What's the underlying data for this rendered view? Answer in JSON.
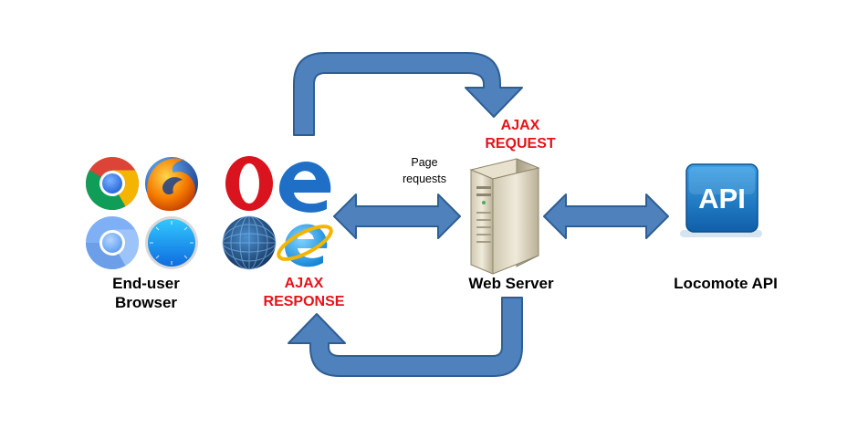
{
  "nodes": {
    "browser": {
      "label_line1": "End-user",
      "label_line2": "Browser",
      "icons": [
        "chrome-icon",
        "firefox-icon",
        "opera-icon",
        "edge-icon",
        "chromium-icon",
        "safari-icon",
        "globe-browser-icon",
        "internet-explorer-icon"
      ]
    },
    "server": {
      "label": "Web Server",
      "icon": "server-tower-icon"
    },
    "api": {
      "label": "Locomote API",
      "badge_text": "API",
      "icon": "api-badge-icon"
    }
  },
  "edges": {
    "page_requests": {
      "line1": "Page",
      "line2": "requests"
    },
    "ajax_request": {
      "line1": "AJAX",
      "line2": "REQUEST"
    },
    "ajax_response": {
      "line1": "AJAX",
      "line2": "RESPONSE"
    }
  },
  "colors": {
    "arrow": "#4F81BD",
    "arrow_stroke": "#2F5E92",
    "accent_red": "#E8121A",
    "api_blue": "#1D7CC4"
  }
}
